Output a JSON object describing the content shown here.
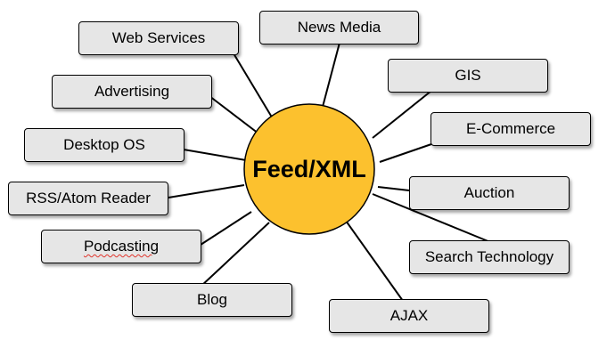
{
  "center": {
    "label": "Feed/XML",
    "color": "#fcc12e"
  },
  "box_fill": "#e6e6e6",
  "nodes": [
    {
      "key": "web-services",
      "label": "Web Services"
    },
    {
      "key": "news-media",
      "label": "News Media"
    },
    {
      "key": "advertising",
      "label": "Advertising"
    },
    {
      "key": "gis",
      "label": "GIS"
    },
    {
      "key": "e-commerce",
      "label": "E-Commerce"
    },
    {
      "key": "desktop-os",
      "label": "Desktop OS"
    },
    {
      "key": "rss-atom-reader",
      "label": "RSS/Atom Reader"
    },
    {
      "key": "auction",
      "label": "Auction"
    },
    {
      "key": "podcasting",
      "label": "Podcasting"
    },
    {
      "key": "search-technology",
      "label": "Search Technology"
    },
    {
      "key": "blog",
      "label": "Blog"
    },
    {
      "key": "ajax",
      "label": "AJAX"
    }
  ]
}
